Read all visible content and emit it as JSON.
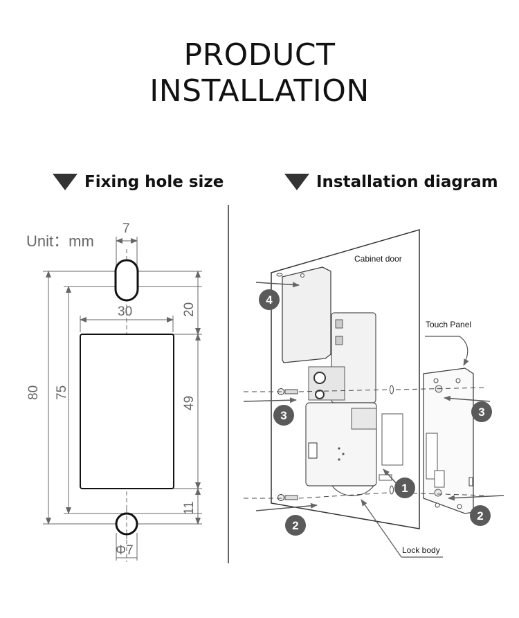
{
  "title": {
    "line1": "PRODUCT",
    "line2": "INSTALLATION"
  },
  "sections": {
    "left": "Fixing hole size",
    "right": "Installation diagram"
  },
  "fixing": {
    "unit": "Unit：mm",
    "slot_width": "7",
    "panel_width": "30",
    "total_height": "80",
    "panel_span": "75",
    "top_offset": "20",
    "panel_height": "49",
    "bottom_offset": "11",
    "hole_diameter": "Φ7"
  },
  "install": {
    "labels": {
      "cabinet_door": "Cabinet door",
      "touch_panel": "Touch Panel",
      "lock_body": "Lock body"
    },
    "steps": {
      "s1": "1",
      "s2a": "2",
      "s2b": "2",
      "s3a": "3",
      "s3b": "3",
      "s4": "4"
    }
  },
  "colors": {
    "line": "#666666",
    "badge": "#5a5a5a",
    "text": "#111111"
  }
}
